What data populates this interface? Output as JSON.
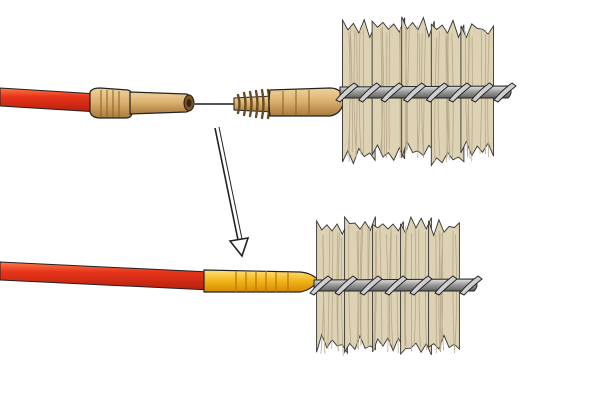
{
  "illustration": {
    "subject": "rod-brush-attachment",
    "panels": [
      {
        "id": "unattached",
        "parts": [
          "red-rod",
          "female-connector",
          "threaded-male-connector",
          "spiral-brush-head"
        ]
      },
      {
        "id": "attached",
        "parts": [
          "red-rod",
          "yellow-ferrule",
          "spiral-brush-head"
        ]
      }
    ],
    "arrow": {
      "from": "unattached",
      "to": "attached"
    }
  },
  "colors": {
    "rod_red": "#e8351b",
    "rod_highlight": "#ff7a4a",
    "rod_shadow": "#b5200d",
    "connector_tan": "#d9ae6c",
    "connector_dark": "#a77b3c",
    "ferrule_yellow": "#f2b318",
    "ferrule_light": "#ffe27a",
    "bristle": "#ddd2b4",
    "bristle_dark": "#b7a888",
    "wire_grey": "#9a9a9a",
    "outline": "#222222"
  }
}
